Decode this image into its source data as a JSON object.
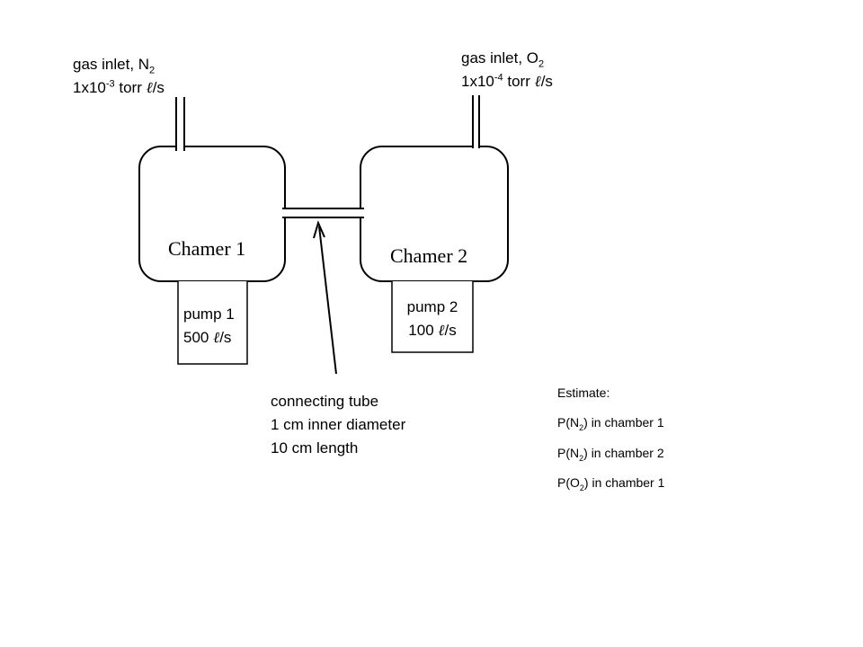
{
  "inlet_n2": {
    "line1_prefix": "gas inlet, N",
    "line1_sub": "2",
    "line2_prefix": "1x10",
    "line2_sup": "-3",
    "line2_mid": " torr ",
    "line2_unit_l": "ℓ",
    "line2_suffix": "/s"
  },
  "inlet_o2": {
    "line1_prefix": "gas inlet, O",
    "line1_sub": "2",
    "line2_prefix": "1x10",
    "line2_sup": "-4",
    "line2_mid": " torr ",
    "line2_unit_l": "ℓ",
    "line2_suffix": "/s"
  },
  "chamber1": {
    "label": "Chamer 1"
  },
  "chamber2": {
    "label": "Chamer 2"
  },
  "pump1": {
    "name": "pump 1",
    "rate_value": "500 ",
    "rate_unit_l": "ℓ",
    "rate_suffix": "/s"
  },
  "pump2": {
    "name": "pump 2",
    "rate_value": "100 ",
    "rate_unit_l": "ℓ",
    "rate_suffix": "/s"
  },
  "tube": {
    "line1": "connecting tube",
    "line2": "1 cm inner diameter",
    "line3": "10 cm length"
  },
  "estimate": {
    "heading": "Estimate:",
    "items": [
      {
        "prefix": "P(N",
        "sub": "2",
        "suffix": ") in chamber 1"
      },
      {
        "prefix": "P(N",
        "sub": "2",
        "suffix": ") in chamber 2"
      },
      {
        "prefix": "P(O",
        "sub": "2",
        "suffix": ") in chamber 1"
      }
    ]
  }
}
